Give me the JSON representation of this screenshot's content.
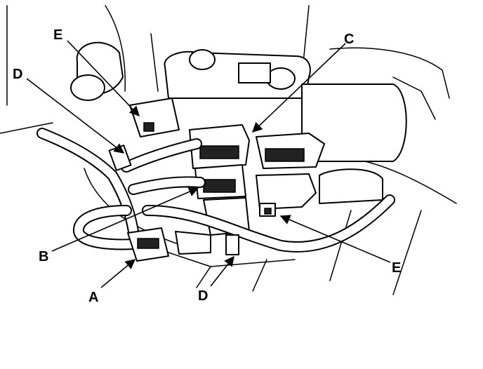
{
  "callouts": {
    "e_top": "E",
    "d_left": "D",
    "c_top": "C",
    "b_left": "B",
    "a_bottom": "A",
    "d_bottom": "D",
    "e_right": "E"
  },
  "colors": {
    "ink": "#000000",
    "paper": "#ffffff"
  }
}
